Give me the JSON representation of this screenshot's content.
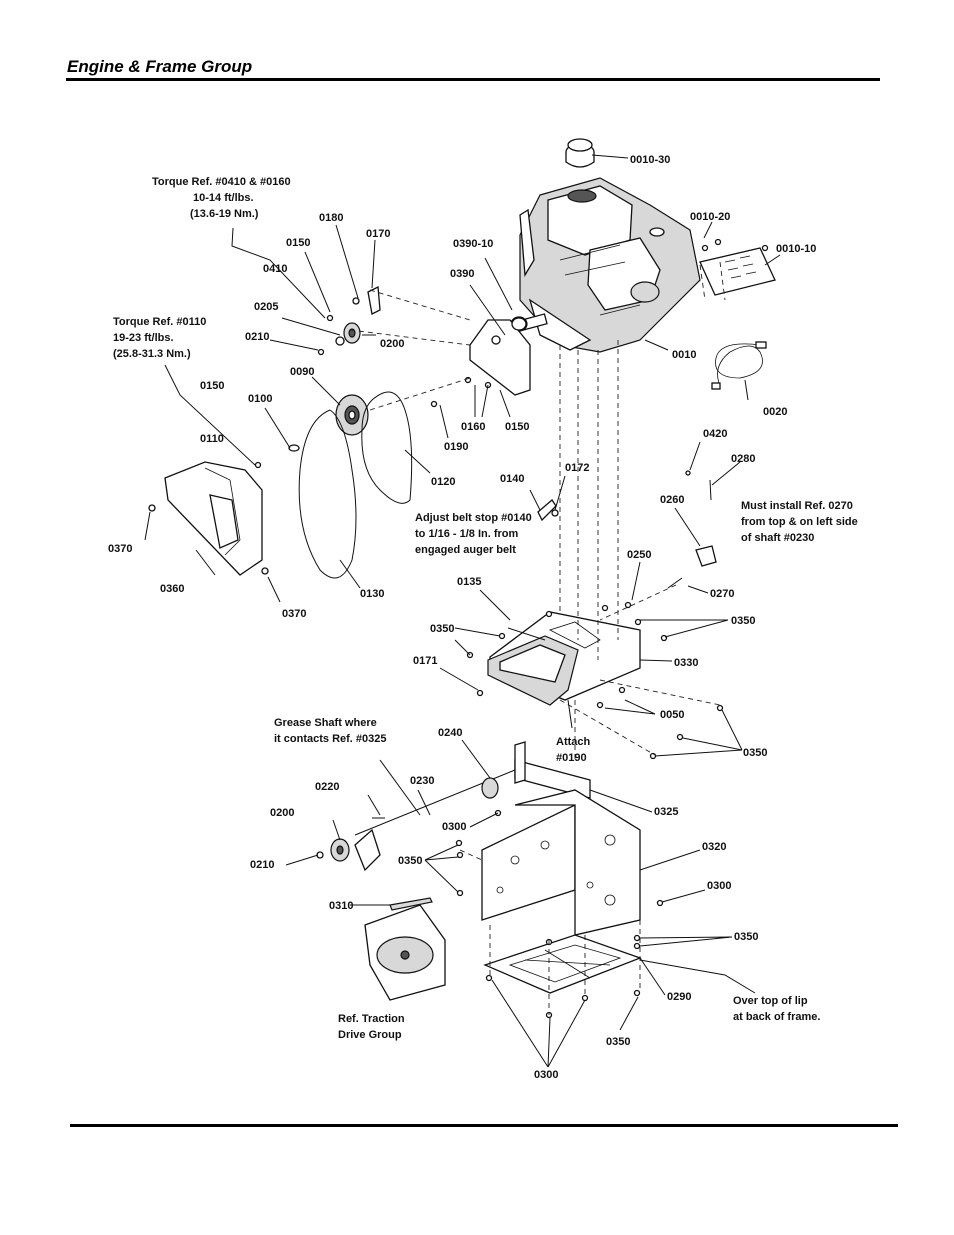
{
  "header": {
    "title": "Engine & Frame Group"
  },
  "notes": {
    "torque_0410": [
      "Torque Ref. #0410 & #0160",
      "10-14 ft/lbs.",
      "(13.6-19 Nm.)"
    ],
    "torque_0110": [
      "Torque Ref. #0110",
      "19-23 ft/lbs.",
      "(25.8-31.3 Nm.)"
    ],
    "belt_stop": [
      "Adjust belt stop #0140",
      "to 1/16 - 1/8 In. from",
      "engaged auger belt"
    ],
    "install_0270": [
      "Must install Ref. 0270",
      "from top & on left side",
      "of shaft #0230"
    ],
    "grease_shaft": [
      "Grease Shaft where",
      "it contacts Ref. #0325"
    ],
    "attach_0190": [
      "Attach",
      "#0190"
    ],
    "traction_drive": [
      "Ref. Traction",
      "Drive Group"
    ],
    "over_lip": [
      "Over top of lip",
      "at back of frame."
    ]
  },
  "callouts": [
    "0010-30",
    "0010-20",
    "0010-10",
    "0390-10",
    "0390",
    "0180",
    "0170",
    "0150",
    "0410",
    "0205",
    "0210",
    "0200",
    "0010",
    "0020",
    "0090",
    "0160",
    "0150",
    "0190",
    "0150",
    "0100",
    "0110",
    "0120",
    "0130",
    "0370",
    "0360",
    "0370",
    "0140",
    "0172",
    "0420",
    "0280",
    "0260",
    "0250",
    "0270",
    "0135",
    "0350",
    "0350",
    "0330",
    "0171",
    "0050",
    "0350",
    "0240",
    "0230",
    "0220",
    "0200",
    "0210",
    "0300",
    "0350",
    "0325",
    "0320",
    "0300",
    "0310",
    "0350",
    "0290",
    "0350",
    "0300"
  ]
}
